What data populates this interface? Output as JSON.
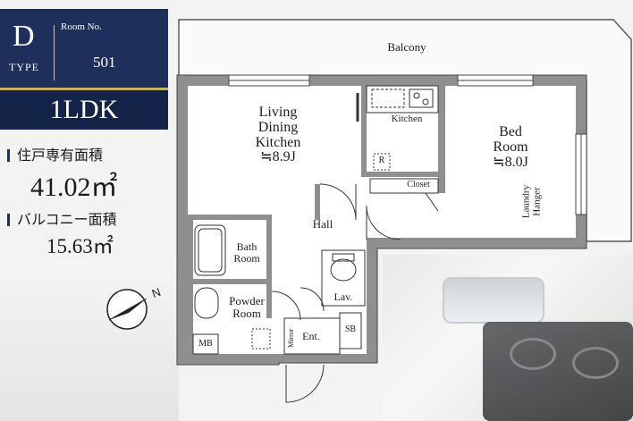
{
  "header": {
    "type_letter": "D",
    "type_label": "TYPE",
    "room_no_label": "Room No.",
    "room_no": "501",
    "layout_type": "1LDK"
  },
  "areas": {
    "private_area_label": "住戸専有面積",
    "private_area_value": "41.02㎡",
    "balcony_area_label": "バルコニー面積",
    "balcony_area_value": "15.63㎡"
  },
  "compass": {
    "letter": "N"
  },
  "rooms": {
    "balcony": "Balcony",
    "ldk_l1": "Living",
    "ldk_l2": "Dining",
    "ldk_l3": "Kitchen",
    "ldk_size": "≒8.9J",
    "kitchen": "Kitchen",
    "bed_l1": "Bed",
    "bed_l2": "Room",
    "bed_size": "≒8.0J",
    "laundry_l1": "Laundry",
    "laundry_l2": "Hanger",
    "closet": "Closet",
    "refrigerator": "R",
    "hall": "Hall",
    "bath_l1": "Bath",
    "bath_l2": "Room",
    "powder_l1": "Powder",
    "powder_l2": "Room",
    "lav": "Lav.",
    "mb": "MB",
    "ent": "Ent.",
    "sb": "SB",
    "mirror": "Mirror"
  }
}
